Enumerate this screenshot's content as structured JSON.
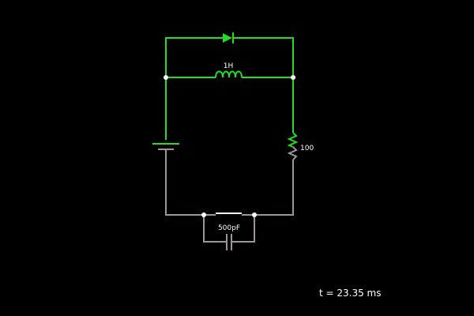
{
  "colors": {
    "background": "#000000",
    "active_wire": "#22dd22",
    "idle_wire": "#a09595",
    "node": "#ffffff",
    "text": "#ffffff"
  },
  "components": {
    "diode": {
      "kind": "diode",
      "label": ""
    },
    "inductor": {
      "kind": "inductor",
      "label": "1H"
    },
    "battery": {
      "kind": "battery",
      "label": ""
    },
    "resistor": {
      "kind": "resistor",
      "label": "100"
    },
    "capacitor": {
      "kind": "capacitor",
      "label": "500pF"
    },
    "switch": {
      "kind": "switch",
      "label": ""
    }
  },
  "status": {
    "time_label": "t = 23.35 ms"
  }
}
